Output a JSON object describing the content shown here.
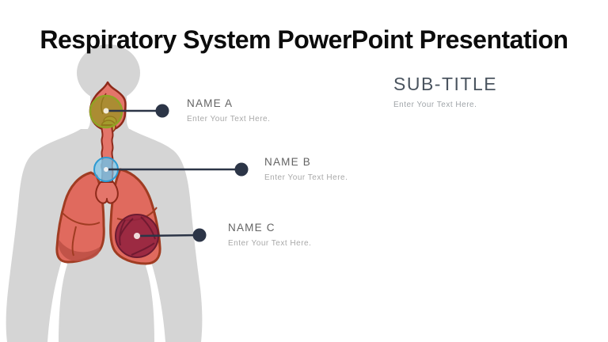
{
  "slide": {
    "title": "Respiratory System PowerPoint Presentation",
    "subtitle": {
      "label": "SUB-TITLE",
      "body": "Enter Your Text Here."
    },
    "callouts": [
      {
        "label": "NAME A",
        "body": "Enter Your Text Here.",
        "highlight_target": "nasal-cavity"
      },
      {
        "label": "NAME B",
        "body": "Enter Your Text Here.",
        "highlight_target": "trachea"
      },
      {
        "label": "NAME C",
        "body": "Enter Your Text Here.",
        "highlight_target": "lung-lower-lobe"
      }
    ],
    "illustration": {
      "name": "respiratory-system-anatomy-in-body-silhouette",
      "highlight_colors": {
        "nasal_cavity": "#96991e",
        "trachea": "#78c6ec",
        "lung_lower_lobe": "#92213f"
      }
    },
    "colors": {
      "background": "#ffffff",
      "title_text": "#0c0c0c",
      "callout_label_text": "#636363",
      "callout_body_text": "#a8a8a8",
      "subtitle_text": "#4a545f",
      "silhouette": "#d5d5d5",
      "lung_fill": "#e06a5e",
      "lung_outline": "#9e3a22",
      "callout_line": "#2c3547"
    }
  }
}
